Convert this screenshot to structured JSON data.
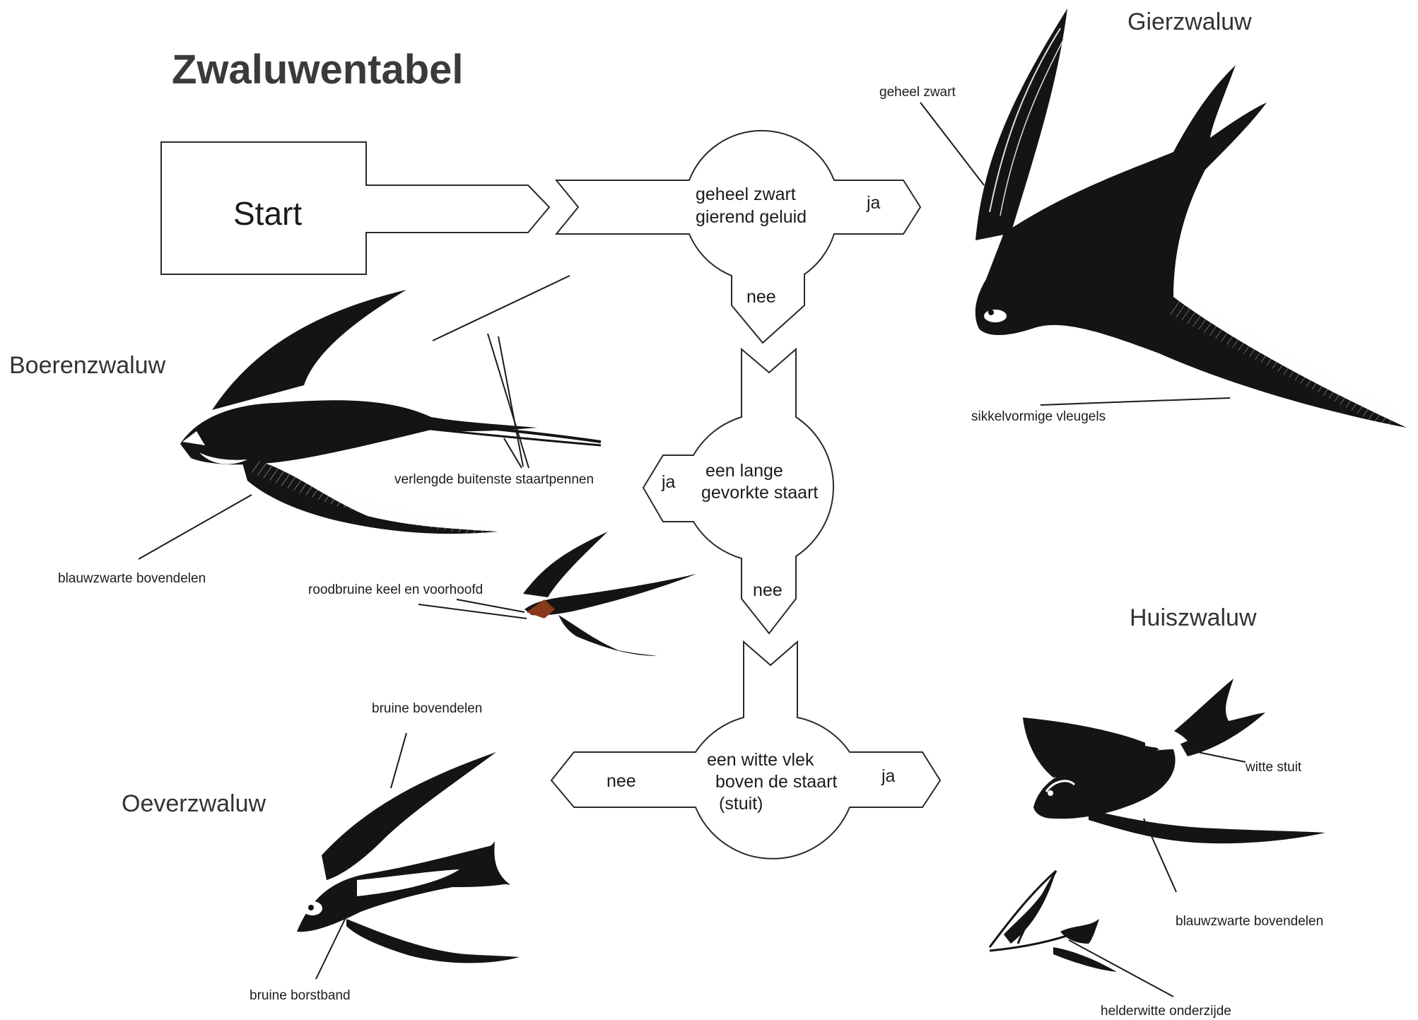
{
  "title": "Zwaluwentabel",
  "start": "Start",
  "questions": {
    "q1": {
      "line1": "geheel zwart",
      "line2": "gierend geluid",
      "yes": "ja",
      "no": "nee"
    },
    "q2": {
      "line1": "een lange",
      "line2": "gevorkte staart",
      "yes": "ja",
      "no": "nee"
    },
    "q3": {
      "line1": "een witte vlek",
      "line2": "boven de staart",
      "line3": "(stuit)",
      "yes": "ja",
      "no": "nee"
    }
  },
  "species": {
    "gierzwaluw": {
      "name": "Gierzwaluw",
      "labels": [
        "geheel zwart",
        "sikkelvormige vleugels"
      ]
    },
    "boerenzwaluw": {
      "name": "Boerenzwaluw",
      "labels": [
        "verlengde buitenste staartpennen",
        "blauwzwarte bovendelen",
        "roodbruine keel en voorhoofd"
      ]
    },
    "oeverzwaluw": {
      "name": "Oeverzwaluw",
      "labels": [
        "bruine bovendelen",
        "bruine borstband"
      ]
    },
    "huiszwaluw": {
      "name": "Huiszwaluw",
      "labels": [
        "witte stuit",
        "blauwzwarte bovendelen",
        "helderwitte onderzijde"
      ]
    }
  },
  "colors": {
    "ink": "#1c1c1c",
    "outline": "#2a2a2a",
    "paper": "#ffffff"
  }
}
